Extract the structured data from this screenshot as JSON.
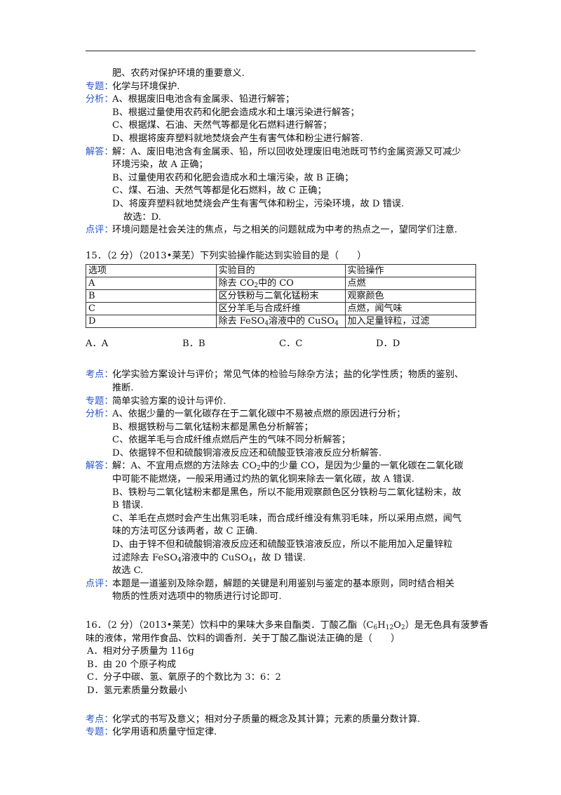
{
  "q14": {
    "tail": "肥、农药对保护环境的重要意义.",
    "topic_label": "专题：",
    "topic": "化学与环境保护.",
    "analysis_label": "分析：",
    "analysis": [
      "A、根据废旧电池含有金属汞、铅进行解答；",
      "B、根据过量使用农药和化肥会造成水和土壤污染进行解答；",
      "C、根据煤、石油、天然气等都是化石燃料进行解答；",
      "D、根据将废弃塑料就地焚烧会产生有害气体和粉尘进行解答."
    ],
    "answer_label": "解答：",
    "answer": [
      "解：A、废旧电池含有金属汞、铅，所以回收处理废旧电池既可节约金属资源又可减少",
      "环境污染，故 A 正确；",
      "B、过量使用农药和化肥会造成水和土壤污染，故 B 正确；",
      "C、煤、石油、天然气等都是化石燃料，故 C 正确；",
      "D、将废弃塑料就地焚烧会产生有害气体和粉尘，污染环境，故 D 错误.",
      "故选：D."
    ],
    "comment_label": "点评：",
    "comment": "环境问题是社会关注的焦点，与之相关的问题就成为中考的热点之一，望同学们注意."
  },
  "q15": {
    "stem": "15．（2 分）（2013•莱芜）下列实验操作能达到实验目的是（　　）",
    "table": {
      "headers": [
        "选项",
        "实验目的",
        "实验操作"
      ],
      "rows": [
        {
          "opt": "A",
          "goal_pre": "除去 CO",
          "goal_sub": "2",
          "goal_post": "中的 CO",
          "op": "点燃"
        },
        {
          "opt": "B",
          "goal_pre": "区分铁粉与二氧化锰粉末",
          "goal_sub": "",
          "goal_post": "",
          "op": "观察颜色"
        },
        {
          "opt": "C",
          "goal_pre": "区分羊毛与合成纤维",
          "goal_sub": "",
          "goal_post": "",
          "op": "点燃，闻气味"
        },
        {
          "opt": "D",
          "goal_pre": "除去 FeSO",
          "goal_sub": "4",
          "goal_post": "溶液中的 CuSO",
          "goal_sub2": "4",
          "op": "加入足量锌粒，过滤"
        }
      ]
    },
    "options": [
      "A．A",
      "B．B",
      "C．C",
      "D．D"
    ],
    "kp_label": "考点：",
    "kp": [
      "化学实验方案设计与评价；常见气体的检验与除杂方法；盐的化学性质；物质的鉴别、",
      "推断."
    ],
    "topic_label": "专题：",
    "topic": "简单实验方案的设计与评价.",
    "analysis_label": "分析：",
    "analysis": [
      "A、依据少量的一氧化碳存在于二氧化碳中不易被点燃的原因进行分析；",
      "B、根据铁粉与二氧化锰粉末都是黑色分析解答；",
      "C、依据羊毛与合成纤维点燃后产生的气味不同分析解答；",
      "D、依据锌不但和硫酸铜溶液反应还和硫酸亚铁溶液反应分析解答."
    ],
    "answer_label": "解答：",
    "ans_a1_pre": "解：A、不宜用点燃的方法除去 CO",
    "ans_a1_sub": "2",
    "ans_a1_post": "中的少量 CO，是因为少量的一氧化碳在二氧化碳",
    "ans_a2": "中可能不能燃烧，一般采用通过灼热的氧化铜来除去一氧化碳，故 A 错误.",
    "ans_b1": "B、铁粉与二氧化锰粉末都是黑色，所以不能用观察颜色区分铁粉与二氧化锰粉末，故",
    "ans_b2": "B 错误.",
    "ans_c1": "C、羊毛在点燃时会产生出焦羽毛味，而合成纤维没有焦羽毛味，所以采用点燃，闻气",
    "ans_c2": "味的方法可区分该两者，故 C 正确.",
    "ans_d1": "D、由于锌不但和硫酸铜溶液反应还和硫酸亚铁溶液反应，所以不能用加入足量锌粒",
    "ans_d2_pre": "过滤除去 FeSO",
    "ans_d2_sub": "4",
    "ans_d2_mid": "溶液中的 CuSO",
    "ans_d2_sub2": "4",
    "ans_d2_post": "，故 D 错误.",
    "ans_end": "故选 C.",
    "comment_label": "点评：",
    "comment": [
      "本题是一道鉴别及除杂题，解题的关键是利用鉴别与鉴定的基本原则，同时结合相关",
      "物质的性质对选项中的物质进行讨论即可."
    ]
  },
  "q16": {
    "stem1_pre": "16．（2 分）（2013•莱芜）饮料中的果味大多来自酯类．丁酸乙酯（C",
    "f1": "6",
    "f_h": "H",
    "f2": "12",
    "f_o": "O",
    "f3": "2",
    "stem1_post": "）是无色具有菠萝香",
    "stem2": "味的液体，常用作食品、饮料的调香剂．关于丁酸乙酯说法正确的是（　　）",
    "options": [
      "A．相对分子质量为 116g",
      "B．由 20 个原子构成",
      "C．分子中碳、氢、氧原子的个数比为 3：6：2",
      "D．氢元素质量分数最小"
    ],
    "kp_label": "考点：",
    "kp": "化学式的书写及意义；相对分子质量的概念及其计算；元素的质量分数计算.",
    "topic_label": "专题：",
    "topic": "化学用语和质量守恒定律."
  }
}
